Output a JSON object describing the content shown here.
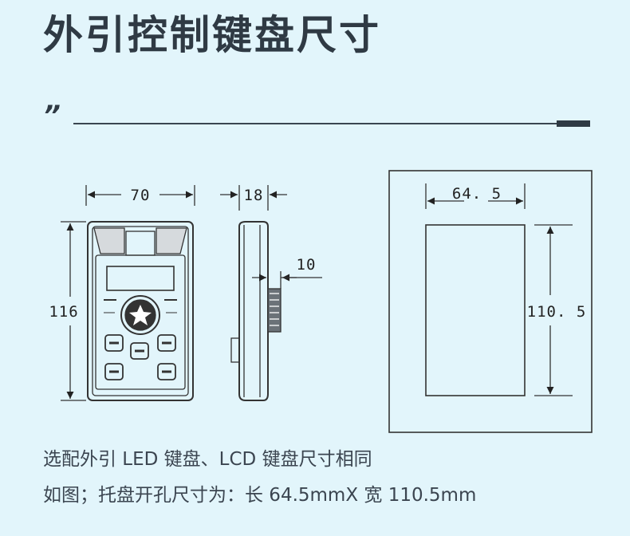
{
  "title": "外引控制键盘尺寸",
  "quote_mark": "”",
  "diagram": {
    "keypad_front": {
      "width_label": "70",
      "height_label": "116"
    },
    "keypad_side": {
      "depth_label": "18",
      "knob_label": "10"
    },
    "cutout": {
      "width_label": "64. 5",
      "height_label": "110. 5"
    }
  },
  "captions": {
    "line1": "选配外引 LED 键盘、LCD 键盘尺寸相同",
    "line2": "如图；托盘开孔尺寸为：长 64.5mmX 宽 110.5mm"
  }
}
